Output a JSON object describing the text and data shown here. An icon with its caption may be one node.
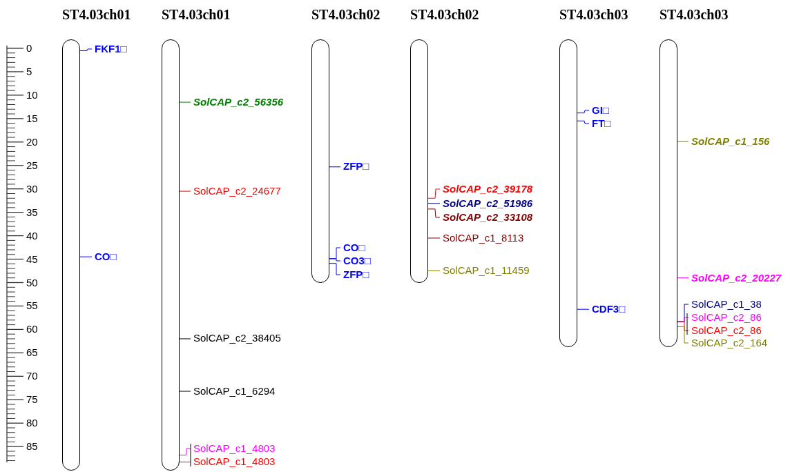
{
  "diagram": {
    "nodes": [
      {
        "text": [
          "ST4.03ch01"
        ]
      },
      {
        "text": [
          "ST4.03ch01"
        ]
      },
      {
        "text": [
          "ST4.03ch02"
        ]
      },
      {
        "text": [
          "ST4.03ch02"
        ]
      },
      {
        "text": [
          "ST4.03ch03"
        ]
      },
      {
        "text": [
          "ST4.03ch03"
        ]
      },
      {
        "text": [
          "FKF1□"
        ]
      },
      {
        "text": [
          "CO□"
        ]
      },
      {
        "text": [
          "SolCAP_c2_56356"
        ]
      },
      {
        "text": [
          "SolCAP_c2_24677"
        ]
      },
      {
        "text": [
          "SolCAP_c2_38405"
        ]
      },
      {
        "text": [
          "SolCAP_c1_6294"
        ]
      },
      {
        "text": [
          "SolCAP_c1_4803"
        ]
      },
      {
        "text": [
          "SolCAP_c1_4803"
        ]
      },
      {
        "text": [
          "ZFP□"
        ]
      },
      {
        "text": [
          "CO□"
        ]
      },
      {
        "text": [
          "CO3□"
        ]
      },
      {
        "text": [
          "ZFP□"
        ]
      },
      {
        "text": [
          "SolCAP_c2_39178"
        ]
      },
      {
        "text": [
          "SolCAP_c2_51986"
        ]
      },
      {
        "text": [
          "SolCAP_c2_33108"
        ]
      },
      {
        "text": [
          "SolCAP_c1_8113"
        ]
      },
      {
        "text": [
          "SolCAP_c1_11459"
        ]
      },
      {
        "text": [
          "GI□"
        ]
      },
      {
        "text": [
          "FT□"
        ]
      },
      {
        "text": [
          "CDF3□"
        ]
      },
      {
        "text": [
          "SolCAP_c1_156"
        ]
      },
      {
        "text": [
          "SolCAP_c2_20227"
        ]
      },
      {
        "text": [
          "SolCAP_c1_38"
        ]
      },
      {
        "text": [
          "SolCAP_c2_86"
        ]
      },
      {
        "text": [
          "SolCAP_c2_86"
        ]
      },
      {
        "text": [
          "SolCAP_c2_164"
        ]
      }
    ],
    "edges": [
      {
        "from": 6,
        "to": 0,
        "arrow": "none",
        "color": "#0000ff"
      },
      {
        "from": 7,
        "to": 0,
        "arrow": "none",
        "color": "#0000ff"
      },
      {
        "from": 8,
        "to": 1,
        "arrow": "none",
        "color": "#008000"
      },
      {
        "from": 9,
        "to": 1,
        "arrow": "none",
        "color": "#ff0000"
      },
      {
        "from": 10,
        "to": 1,
        "arrow": "none",
        "color": "#000000"
      },
      {
        "from": 11,
        "to": 1,
        "arrow": "none",
        "color": "#000000"
      },
      {
        "from": 12,
        "to": 1,
        "arrow": "none",
        "color": "#ff00ff"
      },
      {
        "from": 13,
        "to": 1,
        "arrow": "none",
        "color": "#ff0000"
      },
      {
        "from": 14,
        "to": 2,
        "arrow": "none",
        "color": "#0000ff"
      },
      {
        "from": 15,
        "to": 2,
        "arrow": "none",
        "color": "#0000ff"
      },
      {
        "from": 16,
        "to": 2,
        "arrow": "none",
        "color": "#0000ff"
      },
      {
        "from": 17,
        "to": 2,
        "arrow": "none",
        "color": "#0000ff"
      },
      {
        "from": 18,
        "to": 3,
        "arrow": "none",
        "color": "#ff0000"
      },
      {
        "from": 19,
        "to": 3,
        "arrow": "none",
        "color": "#000080"
      },
      {
        "from": 20,
        "to": 3,
        "arrow": "none",
        "color": "#800000"
      },
      {
        "from": 21,
        "to": 3,
        "arrow": "none",
        "color": "#800000"
      },
      {
        "from": 22,
        "to": 3,
        "arrow": "none",
        "color": "#808000"
      },
      {
        "from": 23,
        "to": 4,
        "arrow": "none",
        "color": "#0000ff"
      },
      {
        "from": 24,
        "to": 4,
        "arrow": "none",
        "color": "#0000ff"
      },
      {
        "from": 25,
        "to": 4,
        "arrow": "none",
        "color": "#0000ff"
      },
      {
        "from": 26,
        "to": 5,
        "arrow": "none",
        "color": "#808000"
      },
      {
        "from": 27,
        "to": 5,
        "arrow": "none",
        "color": "#ff00ff"
      },
      {
        "from": 28,
        "to": 5,
        "arrow": "none",
        "color": "#000080"
      },
      {
        "from": 29,
        "to": 5,
        "arrow": "none",
        "color": "#ff00ff"
      },
      {
        "from": 30,
        "to": 5,
        "arrow": "none",
        "color": "#ff0000"
      },
      {
        "from": 31,
        "to": 5,
        "arrow": "none",
        "color": "#808000"
      }
    ],
    "labels": [
      "0",
      "5",
      "10",
      "15",
      "20",
      "25",
      "30",
      "35",
      "40",
      "45",
      "50",
      "55",
      "60",
      "65",
      "70",
      "75",
      "80",
      "85"
    ]
  }
}
